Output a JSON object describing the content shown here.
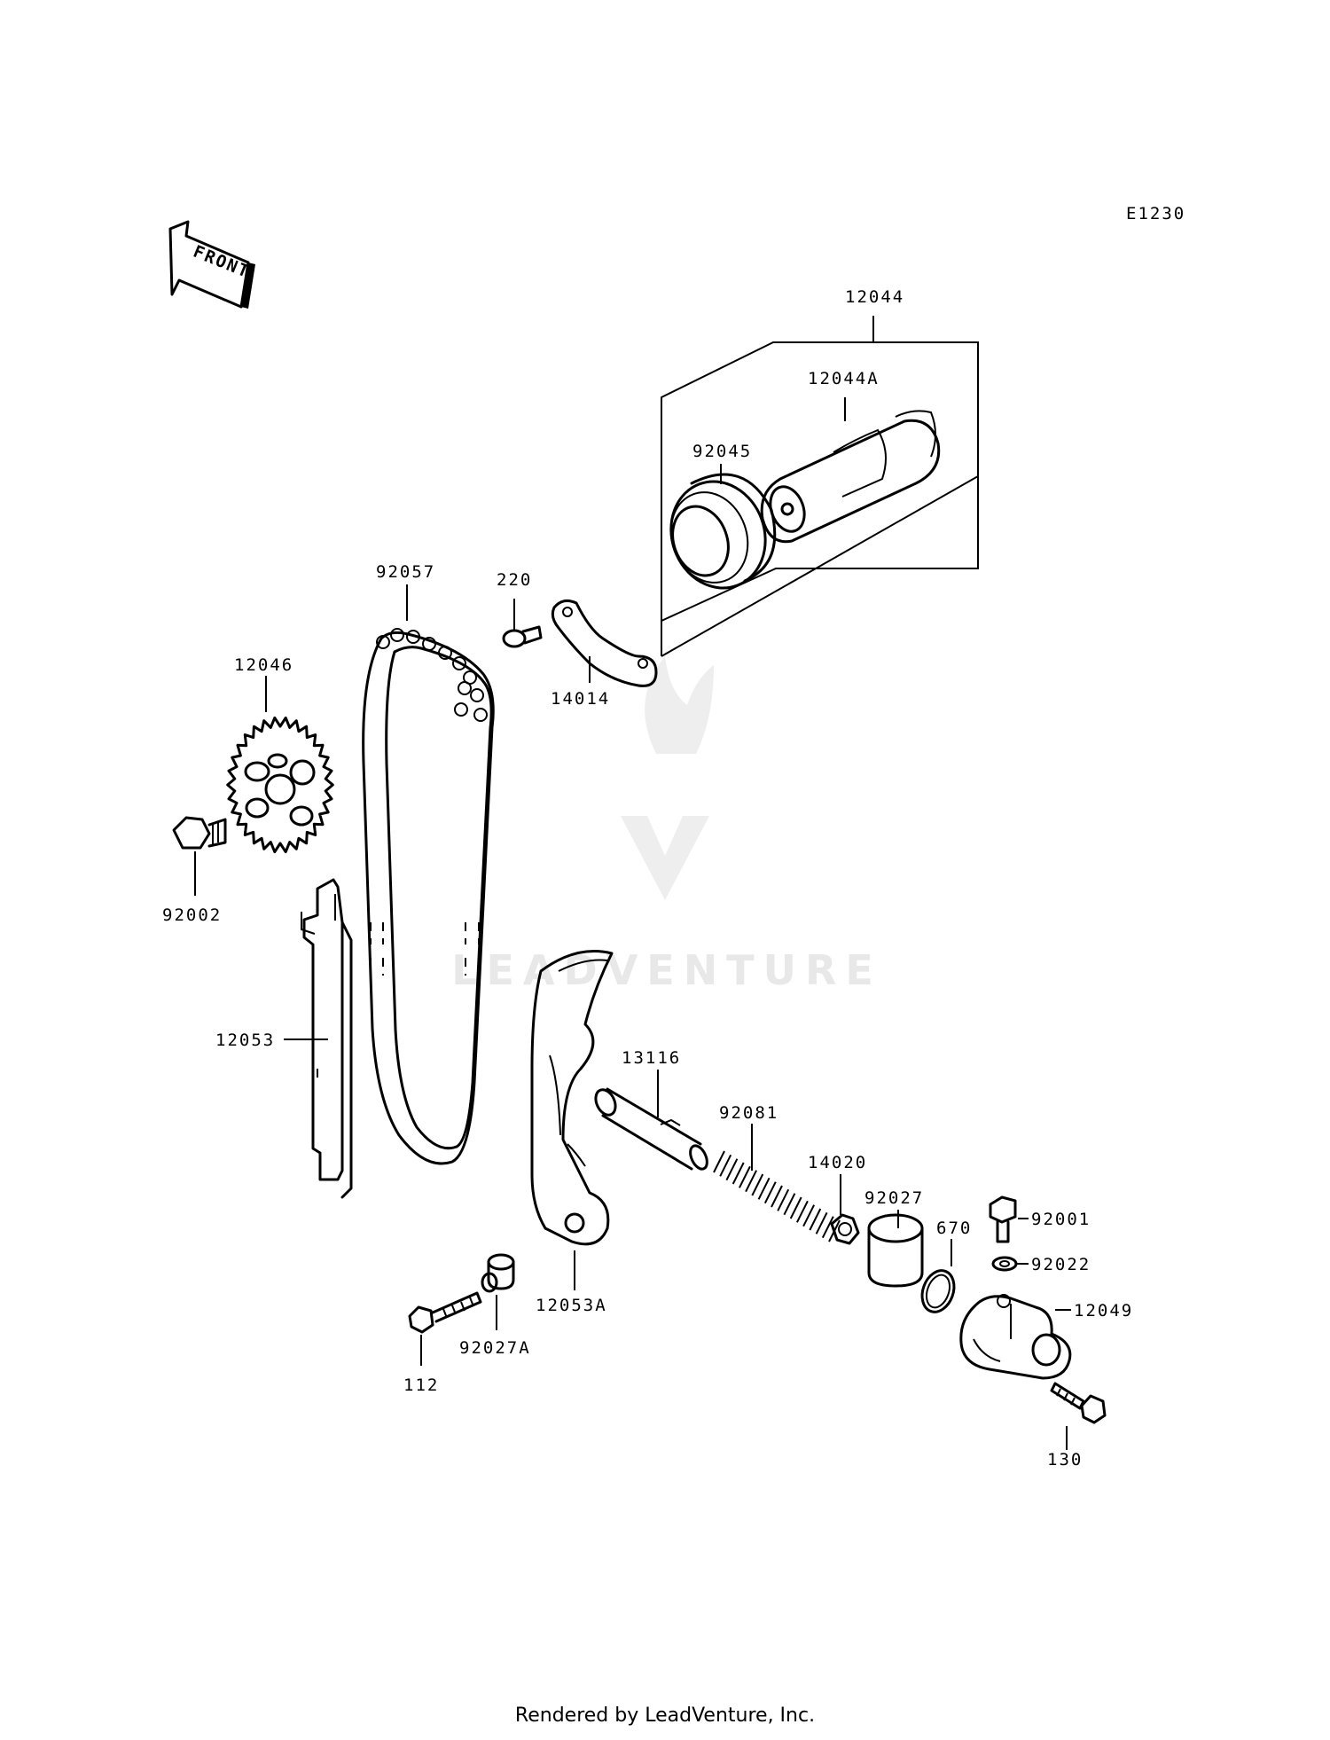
{
  "diagram": {
    "code": "E1230",
    "front_label": "FRONT",
    "watermark_text": "LEADVENTURE",
    "footer": "Rendered by LeadVenture, Inc.",
    "parts": {
      "p12044": "12044",
      "p12044A": "12044A",
      "p92045": "92045",
      "p92057": "92057",
      "p220": "220",
      "p14014": "14014",
      "p12046": "12046",
      "p92002": "92002",
      "p12053": "12053",
      "p13116": "13116",
      "p92081": "92081",
      "p14020": "14020",
      "p92027": "92027",
      "p670": "670",
      "p92001": "92001",
      "p92022": "92022",
      "p12049": "12049",
      "p130": "130",
      "p12053A": "12053A",
      "p92027A": "92027A",
      "p112": "112"
    }
  }
}
